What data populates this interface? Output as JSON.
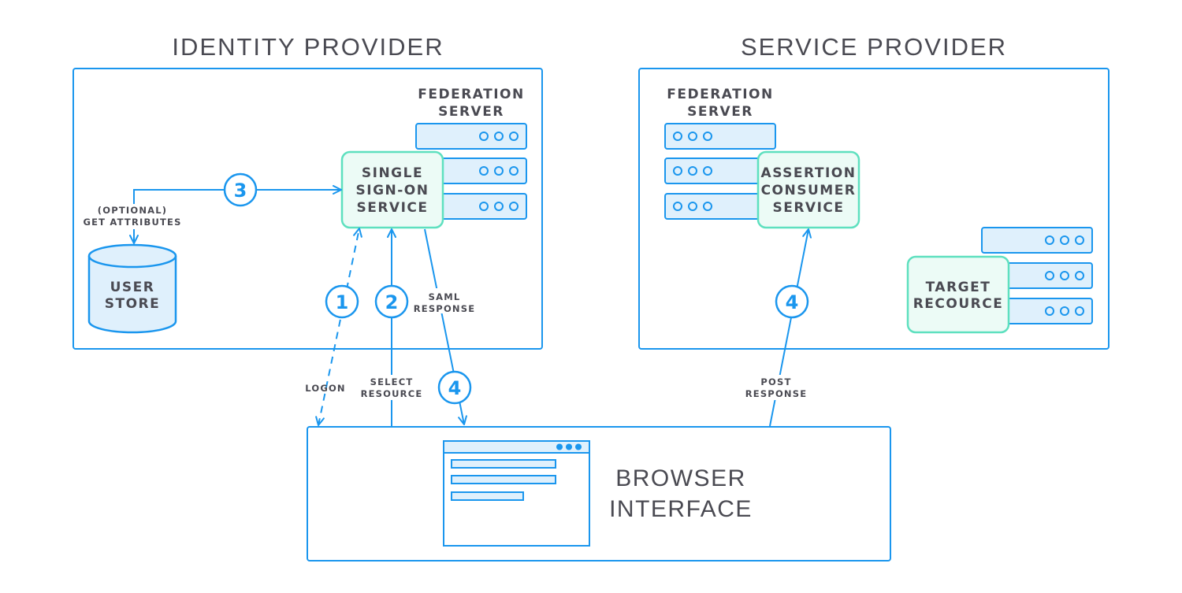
{
  "identity_provider": {
    "title": "IDENTITY PROVIDER",
    "federation_server": [
      "FEDERATION",
      "SERVER"
    ],
    "sso": [
      "SINGLE",
      "SIGN-ON",
      "SERVICE"
    ],
    "user_store": [
      "USER",
      "STORE"
    ],
    "get_attributes": [
      "(OPTIONAL)",
      "GET ATTRIBUTES"
    ],
    "saml_response": [
      "SAML",
      "RESPONSE"
    ]
  },
  "service_provider": {
    "title": "SERVICE PROVIDER",
    "federation_server": [
      "FEDERATION",
      "SERVER"
    ],
    "acs": [
      "ASSERTION",
      "CONSUMER",
      "SERVICE"
    ],
    "target": [
      "TARGET",
      "RECOURCE"
    ]
  },
  "browser": {
    "title": [
      "BROWSER",
      "INTERFACE"
    ],
    "logon": "LOGON",
    "select_resource": [
      "SELECT",
      "RESOURCE"
    ],
    "post_response": [
      "POST",
      "RESPONSE"
    ]
  },
  "steps": {
    "s1": "1",
    "s2": "2",
    "s3": "3",
    "s4a": "4",
    "s4b": "4"
  },
  "colors": {
    "accent": "#1a96ee",
    "service": "#5ee0bf",
    "server_fill": "#dff0fc",
    "text": "#4a4a52"
  }
}
